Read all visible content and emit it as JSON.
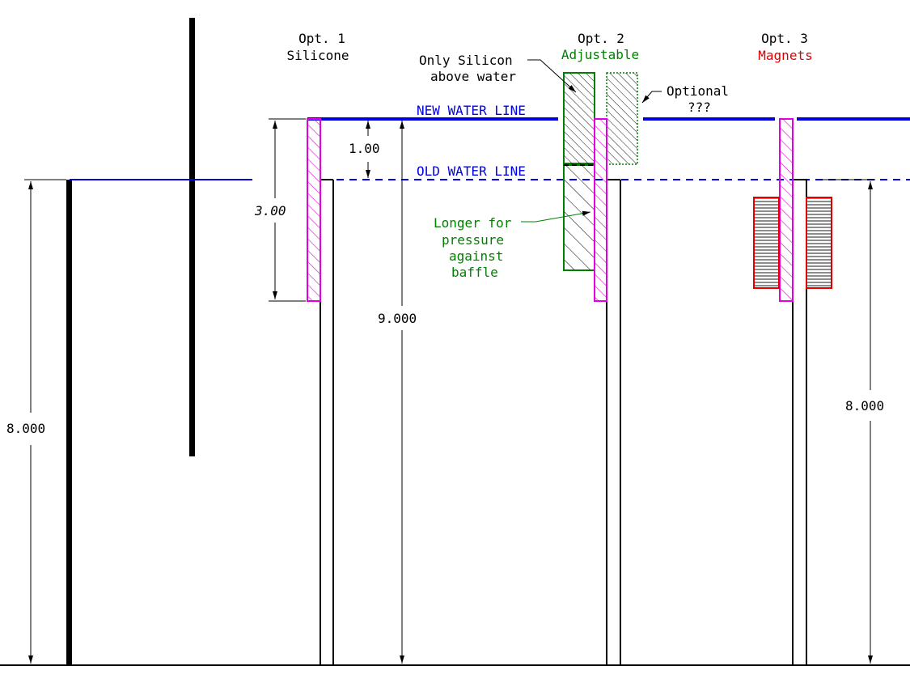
{
  "labels": {
    "opt1_title": "Opt. 1",
    "opt1_sub": "Silicone",
    "opt2_title": "Opt. 2",
    "opt2_sub": "Adjustable",
    "opt3_title": "Opt. 3",
    "opt3_sub": "Magnets",
    "new_water_line": "NEW WATER LINE",
    "old_water_line": "OLD WATER LINE",
    "note_only_silicon_1": "Only Silicon",
    "note_only_silicon_2": "above water",
    "note_optional_1": "Optional",
    "note_optional_2": "???",
    "note_longer_1": "Longer for",
    "note_longer_2": "pressure",
    "note_longer_3": "against",
    "note_longer_4": "baffle"
  },
  "dimensions": {
    "raise": "1.00",
    "sleeve_length": "3.00",
    "left_height": "8.000",
    "mid_height": "9.000",
    "right_height": "8.000"
  },
  "colors": {
    "line": "#000000",
    "water": "#0000e0",
    "silicone": "#e000e0",
    "adjustable": "#008000",
    "magnets": "#e00000"
  }
}
